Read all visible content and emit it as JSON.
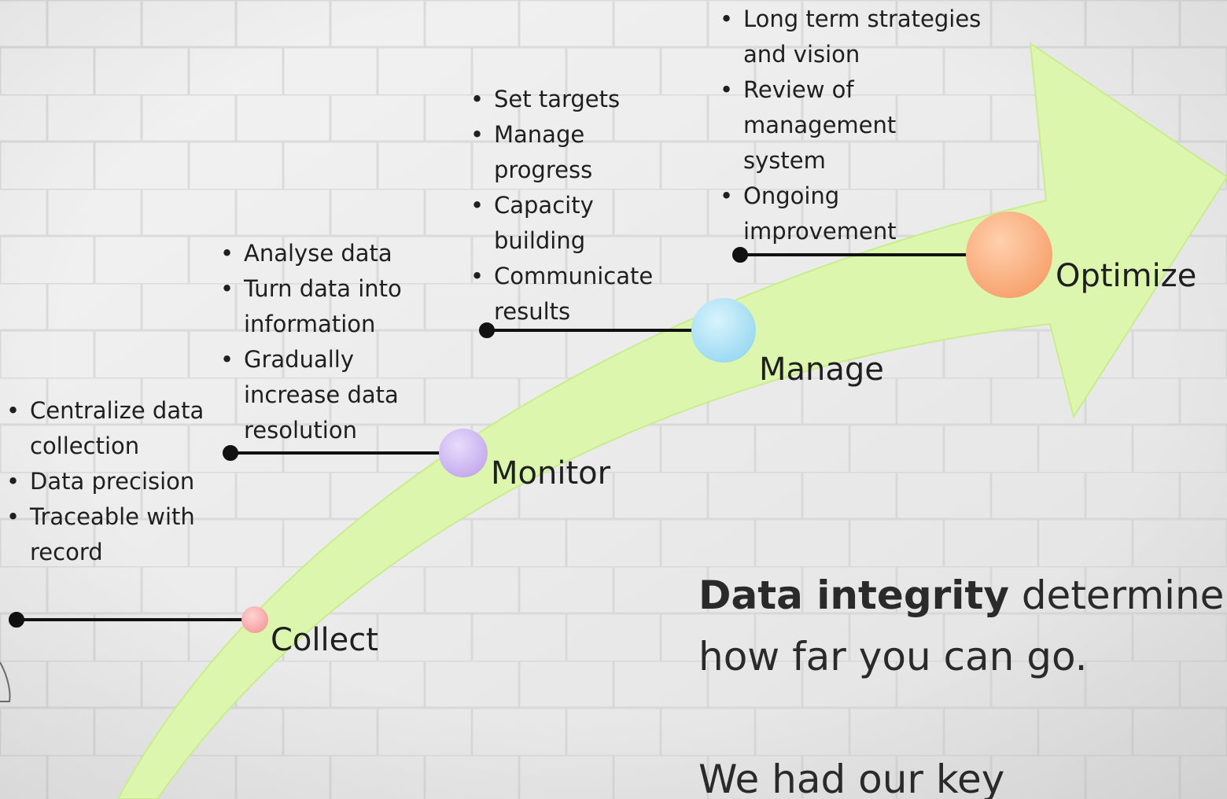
{
  "stages": [
    {
      "id": "collect",
      "label": "Collect",
      "color": "#f7a7a7",
      "bullets": [
        "Centralize data collection",
        "Data precision",
        "Traceable with record"
      ]
    },
    {
      "id": "monitor",
      "label": "Monitor",
      "color": "#cdb6ee",
      "bullets": [
        "Analyse data",
        "Turn data into information",
        "Gradually increase data resolution"
      ]
    },
    {
      "id": "manage",
      "label": "Manage",
      "color": "#a8e2f6",
      "bullets": [
        "Set targets",
        "Manage progress",
        "Capacity building",
        "Communicate results"
      ]
    },
    {
      "id": "optimize",
      "label": "Optimize",
      "color": "#fbb07d",
      "bullets": [
        "Long term strategies and vision",
        "Review of management system",
        "Ongoing improvement"
      ]
    }
  ],
  "arrow_color": "#d9f5a8",
  "message": {
    "emphasis": "Data integrity",
    "line1_rest": " determine",
    "line2": "how far you can go.",
    "line3": "We had our key"
  }
}
